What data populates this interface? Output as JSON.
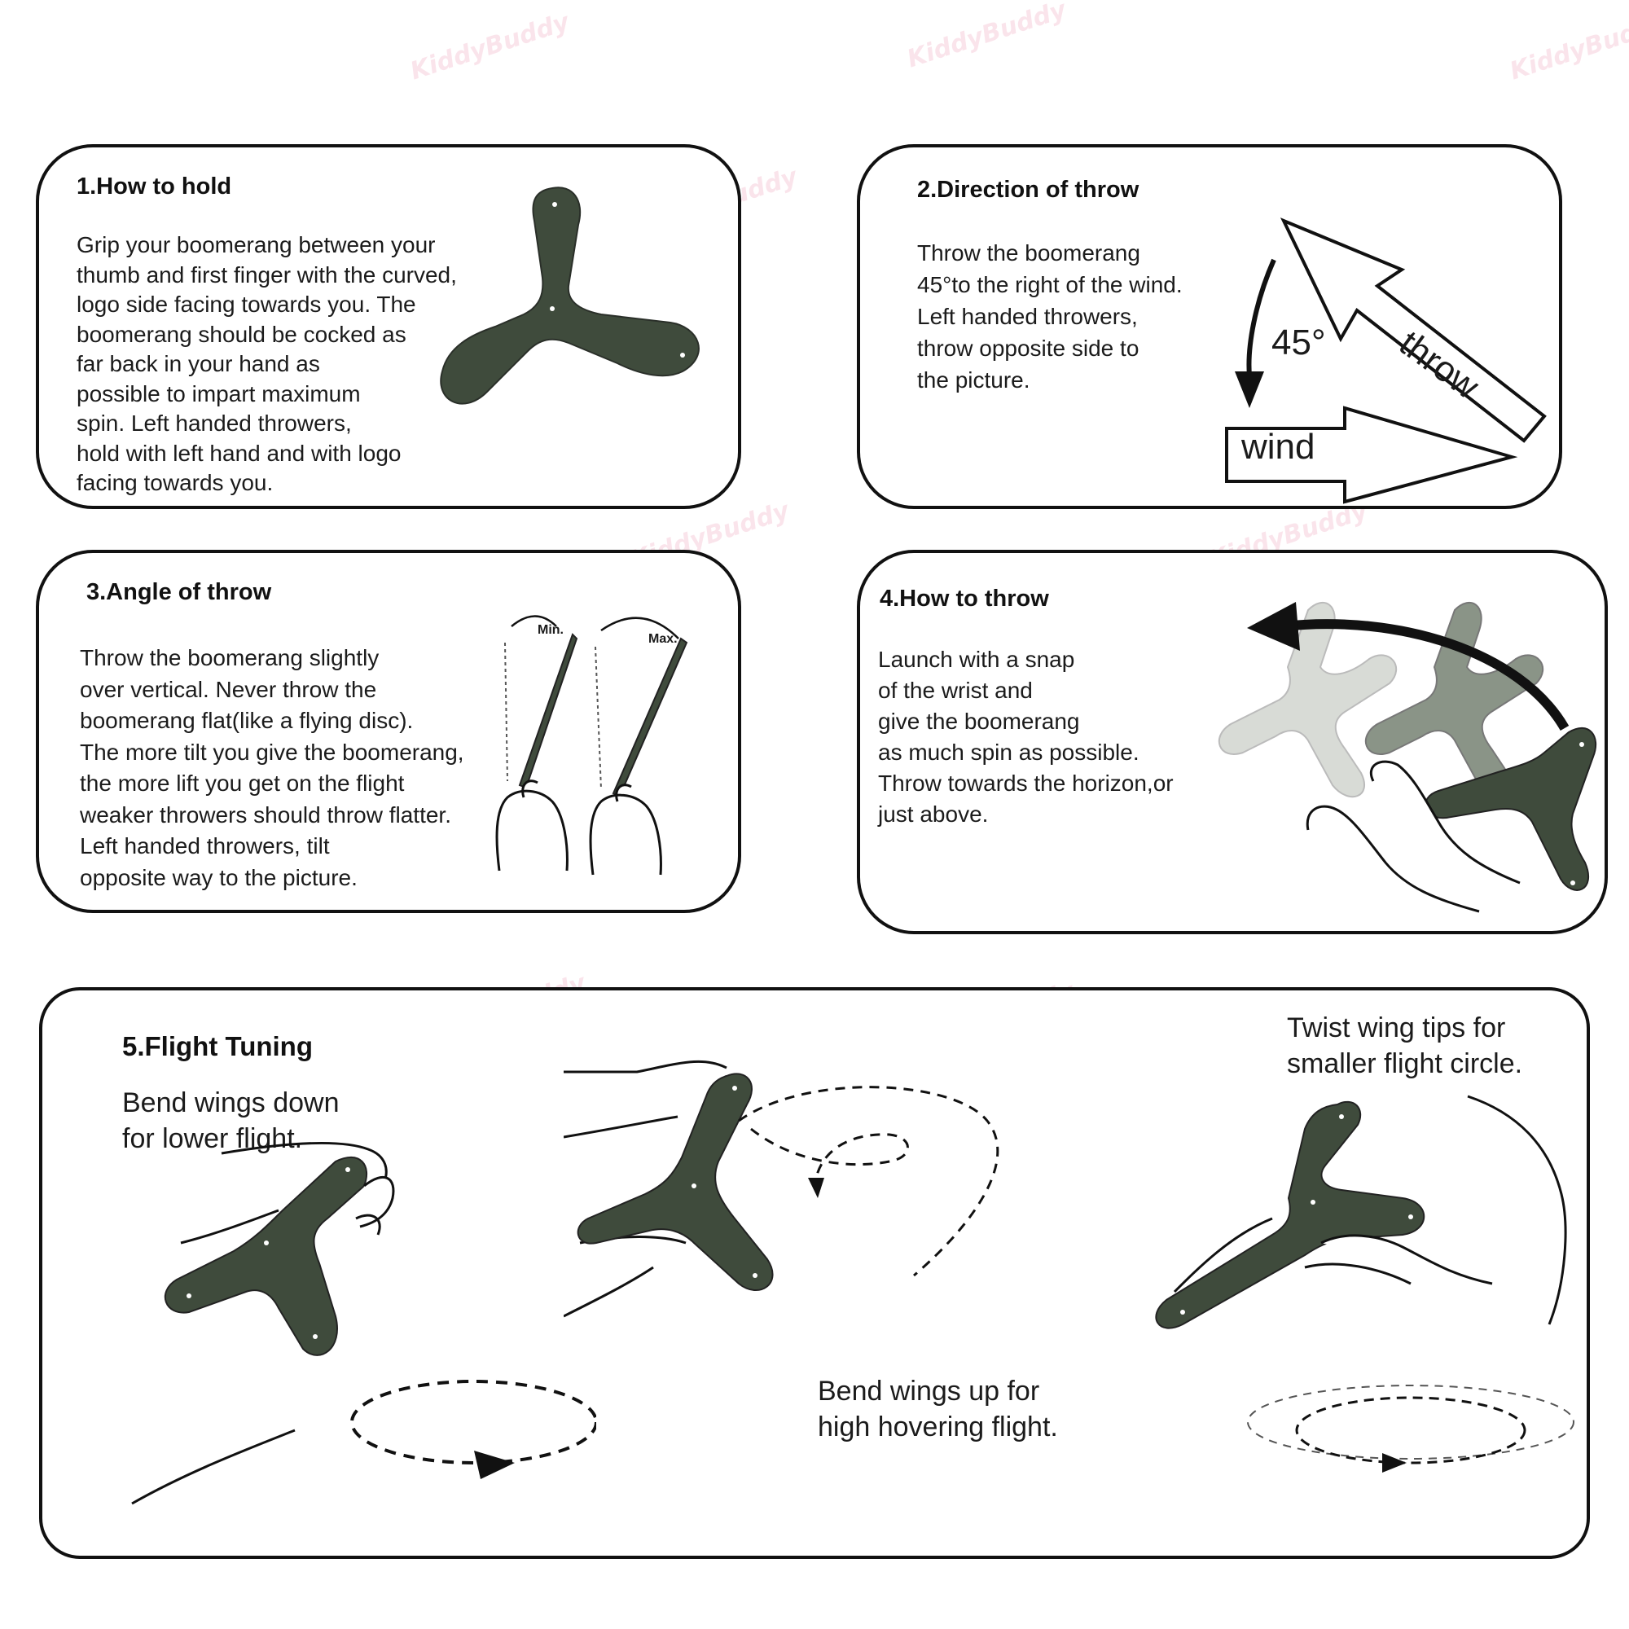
{
  "panels": {
    "hold": {
      "title": "1.How to hold",
      "lines": [
        "Grip your boomerang between your",
        "thumb and first finger with the curved,",
        "logo side facing towards you. The",
        "boomerang should be cocked as",
        "far back in your hand as",
        "possible to impart maximum",
        "spin. Left handed throwers,",
        "hold with left hand and with logo",
        "facing towards you."
      ]
    },
    "direction": {
      "title": "2.Direction of throw",
      "lines": [
        "Throw the boomerang",
        "45°to the right of the wind.",
        "Left handed throwers,",
        "throw opposite side to",
        "the picture."
      ],
      "angle_label": "45°",
      "throw_label": "throw",
      "wind_label": "wind"
    },
    "angle": {
      "title": "3.Angle of throw",
      "lines": [
        "Throw the boomerang slightly",
        "over vertical. Never throw the",
        "boomerang flat(like a flying disc).",
        "The more tilt you give the boomerang,",
        "the more lift you get on the flight",
        "weaker throwers should throw flatter.",
        "Left handed throwers, tilt",
        "opposite way to the picture."
      ],
      "min_label": "Min.",
      "max_label": "Max."
    },
    "throw": {
      "title": "4.How to throw",
      "lines": [
        "Launch with a snap",
        "of the wrist and",
        "give the boomerang",
        "as much spin as possible.",
        "Throw towards the horizon,or",
        "just above."
      ]
    },
    "tuning": {
      "title": "5.Flight Tuning",
      "down_caption": [
        "Bend wings down",
        "for lower flight."
      ],
      "up_caption": [
        "Bend wings up for",
        "high hovering flight."
      ],
      "twist_caption": [
        "Twist wing tips for",
        "smaller flight circle."
      ]
    }
  },
  "colors": {
    "boomerang": "#3f4b3c",
    "boomerang_light": "#d8dbd6",
    "border": "#111111",
    "watermark": "#f2b3c8"
  },
  "watermark_text": "KiddyBuddy"
}
